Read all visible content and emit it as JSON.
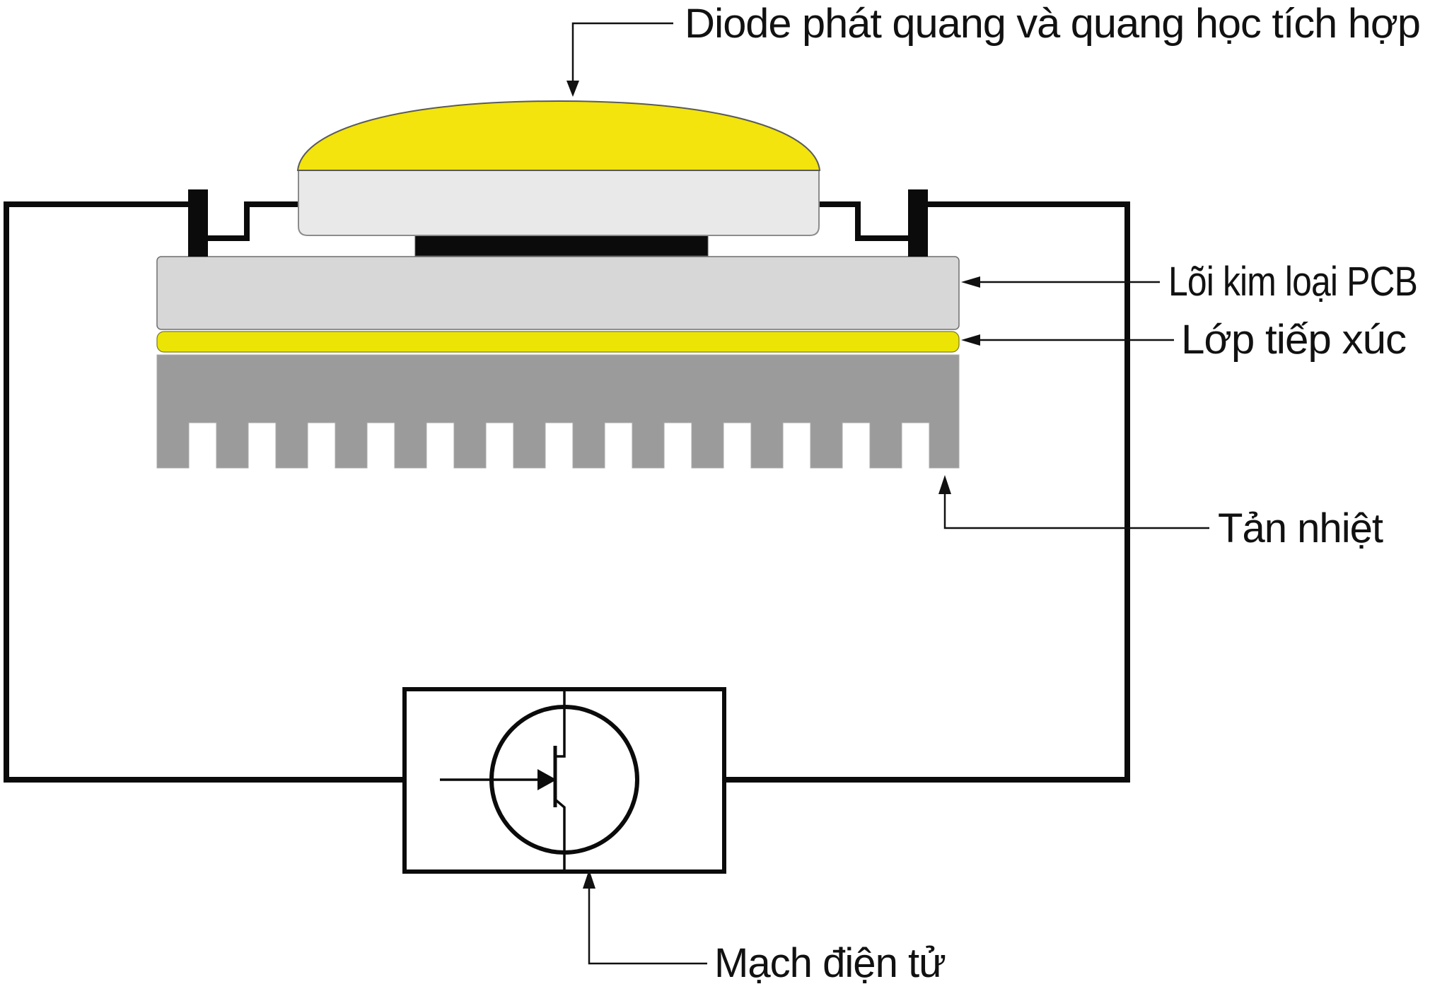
{
  "diagram": {
    "labels": {
      "diode": "Diode phát quang và quang học tích hợp",
      "pcb": "Lõi kim loại PCB",
      "contact": "Lớp tiếp xúc",
      "heatsink": "Tản nhiệt",
      "circuit": "Mạch điện tử"
    },
    "colors": {
      "dome_yellow": "#F2E40C",
      "contact_yellow": "#ECE405",
      "package_gray": "#E9E9E9",
      "pcb_gray": "#D7D7D7",
      "heatsink_gray": "#9B9B9B",
      "ink_black": "#0B0B0B",
      "text_black": "#111111",
      "background": "#FFFFFF"
    }
  }
}
